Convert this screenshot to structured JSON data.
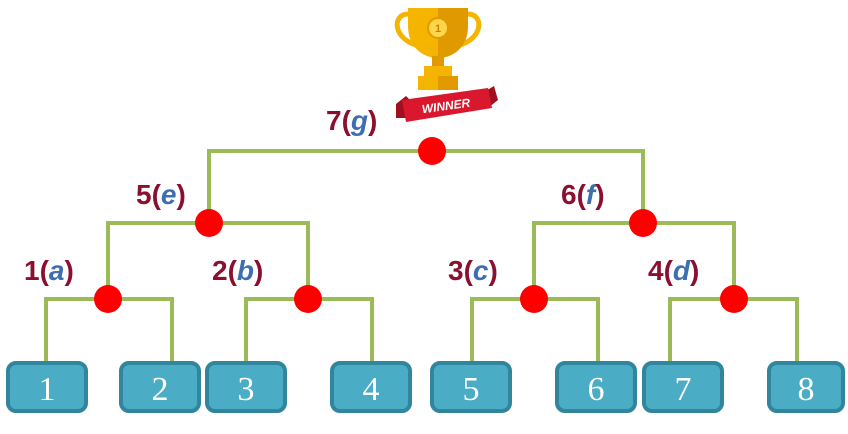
{
  "winner_banner": "WINNER",
  "colors": {
    "edge": "#9bbb59",
    "match_node": "#ff0000",
    "leaf_fill": "#4bacc6",
    "leaf_stroke": "#31859c",
    "label_number": "#8b1030",
    "label_letter": "#3d6fb0",
    "trophy_gold": "#f5b400",
    "banner_red": "#d9182d"
  },
  "icons": {
    "trophy": "trophy-icon"
  },
  "trophy_coin_text": "1",
  "leaves": [
    "1",
    "2",
    "3",
    "4",
    "5",
    "6",
    "7",
    "8"
  ],
  "matches": [
    {
      "id": "1",
      "letter": "a"
    },
    {
      "id": "2",
      "letter": "b"
    },
    {
      "id": "3",
      "letter": "c"
    },
    {
      "id": "4",
      "letter": "d"
    },
    {
      "id": "5",
      "letter": "e"
    },
    {
      "id": "6",
      "letter": "f"
    },
    {
      "id": "7",
      "letter": "g"
    }
  ]
}
